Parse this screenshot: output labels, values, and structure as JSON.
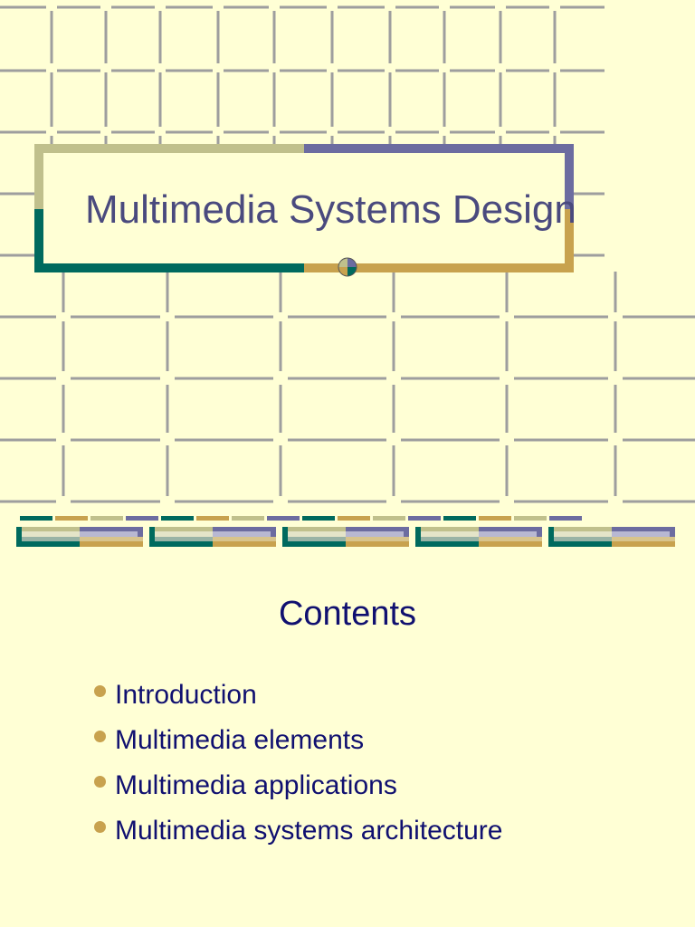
{
  "slide1": {
    "title": "Multimedia Systems Design"
  },
  "slide2": {
    "heading": "Contents",
    "bullets": [
      "Introduction",
      "Multimedia elements",
      "Multimedia applications",
      "Multimedia systems architecture"
    ]
  },
  "colors": {
    "background": "#FFFFD5",
    "grid_line": "#9E9E9E",
    "title_text": "#4A4A7E",
    "heading_text": "#101070",
    "sage": "#C0C08C",
    "purple": "#6C6CA0",
    "teal": "#006A5E",
    "gold": "#C8A24E"
  }
}
